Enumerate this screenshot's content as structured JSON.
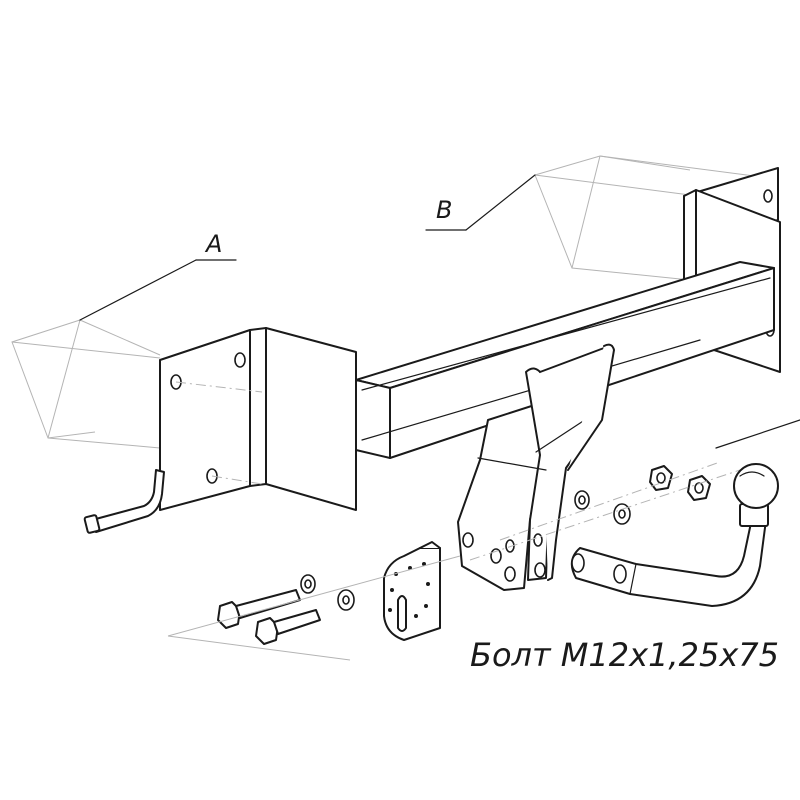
{
  "labels": {
    "a": "A",
    "b": "B"
  },
  "caption": "Болт М12x1,25x75"
}
